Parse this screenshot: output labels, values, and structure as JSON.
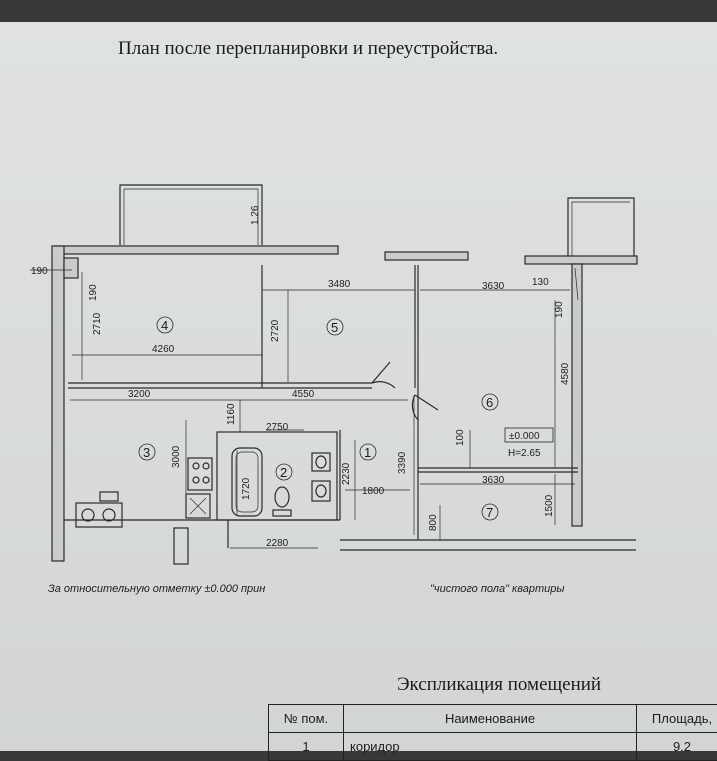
{
  "title": "План после перепланировки и переустройства.",
  "rooms": [
    "1",
    "2",
    "3",
    "4",
    "5",
    "6",
    "7"
  ],
  "dimensions": {
    "d190_left": "190",
    "d126": "1.26",
    "d3480": "3480",
    "d3630_top": "3630",
    "d130": "130",
    "d190_a": "190",
    "d2710": "2710",
    "d4260": "4260",
    "d2720": "2720",
    "d190_b": "190",
    "d4580": "4580",
    "d3200": "3200",
    "d4550": "4550",
    "d1160": "1160",
    "d2750": "2750",
    "d3000": "3000",
    "d1720": "1720",
    "d2230": "2230",
    "d3390": "3390",
    "d1800": "1800",
    "d100": "100",
    "d3630_bottom": "3630",
    "d1500": "1500",
    "d800": "800",
    "d2280": "2280"
  },
  "level": {
    "mark": "±0.000",
    "height": "H=2.65"
  },
  "note": {
    "part1": "За относительную отметку ±0.000 прин",
    "part2": "\"чистого пола\" квартиры"
  },
  "explication": {
    "title": "Экспликация помещений",
    "headers": [
      "№ пом.",
      "Наименование",
      "Площадь,"
    ],
    "rows": [
      {
        "num": "1",
        "name": "коридор",
        "area": "9.2"
      }
    ]
  }
}
